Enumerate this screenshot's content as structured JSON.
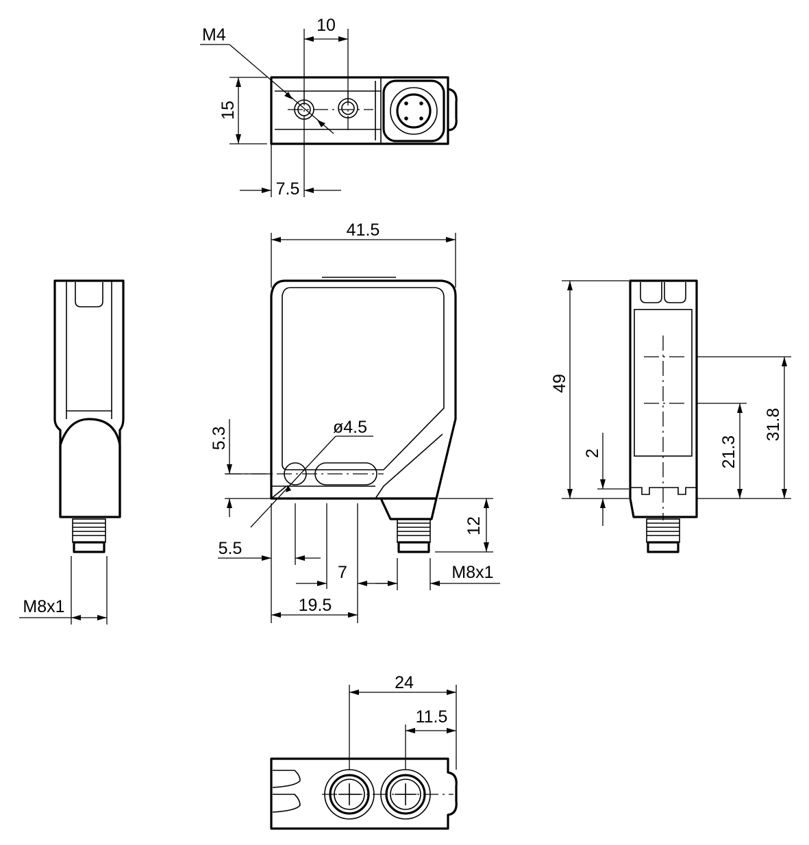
{
  "labels": {
    "thread_top": "M4",
    "top_hole_spacing": "10",
    "top_height": "15",
    "top_edge_to_hole": "7.5",
    "width": "41.5",
    "hole_diameter": "ø4.5",
    "hole_height": "5.3",
    "hole_from_edge": "5.5",
    "slot_length": "7",
    "slot_pos": "19.5",
    "connector_len": "12",
    "connector_front": "M8x1",
    "connector_left": "M8x1",
    "height": "49",
    "lens_center_upper": "31.8",
    "lens_center_lower": "21.3",
    "offset": "2",
    "bottom_width": "24",
    "bottom_offset": "11.5"
  }
}
